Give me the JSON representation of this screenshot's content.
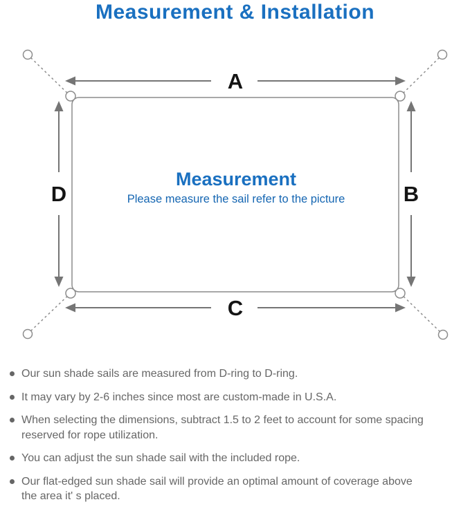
{
  "title": "Measurement & Installation",
  "colors": {
    "accent_blue": "#1a70c0",
    "center_blue": "#1566b2",
    "text_gray": "#666666",
    "line_gray": "#8c8c8c",
    "arrow_gray": "#757575",
    "letter_black": "#141414"
  },
  "diagram": {
    "labels": {
      "a": "A",
      "b": "B",
      "c": "C",
      "d": "D"
    },
    "center_title": "Measurement",
    "center_subtitle": "Please measure the sail refer to the picture",
    "icons": {
      "corner_anchor": "ring-icon",
      "sail_corner": "d-ring-icon",
      "tension": "dashed-rope-line",
      "dimension": "double-headed-arrow"
    }
  },
  "bullets": [
    {
      "text": "Our sun shade sails are measured from D-ring to D-ring."
    },
    {
      "text": "It may vary by 2-6 inches since most are custom-made in U.S.A."
    },
    {
      "text": "When selecting the dimensions, subtract 1.5 to 2 feet to account for some spacing\nreserved for rope utilization."
    },
    {
      "text": "You can adjust the sun shade sail with the included rope."
    },
    {
      "text": "Our flat-edged sun shade sail will provide an optimal amount of coverage above\nthe area it' s placed."
    }
  ]
}
